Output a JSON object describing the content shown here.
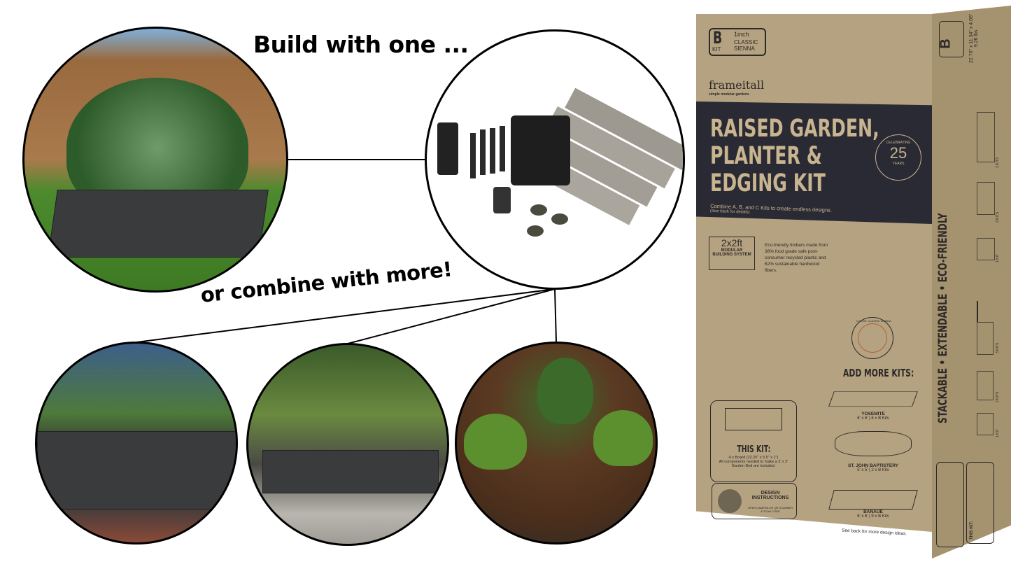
{
  "headlines": {
    "top": "Build with one ...",
    "middle": "or combine with more!"
  },
  "colors": {
    "box_kraft": "#b29f7f",
    "box_band": "#2a2a35",
    "box_text_on_band": "#c8b48e",
    "bed_gray": "#3a3b3d"
  },
  "box": {
    "kit_letter": "B",
    "kit_label": "KIT",
    "thickness": "1inch",
    "color_line1": "CLASSIC",
    "color_line2": "SIENNA",
    "brand": "frameitall",
    "brand_tagline": "simple modular gardens",
    "title_lines": [
      "RAISED GARDEN,",
      "PLANTER &",
      "EDGING KIT"
    ],
    "badge_top": "CELEBRATING",
    "badge_number": "25",
    "badge_bottom": "YEARS",
    "combine_text": "Combine A, B, and C Kits to create endless designs.",
    "combine_sub": "(See back for details)",
    "size_main": "2x2ft",
    "size_sub1": "MODULAR",
    "size_sub2": "BUILDING SYSTEM",
    "eco_text": "Eco-friendly timbers made from 38% food grade safe post-consumer recycled plastic and 62% sustainable hardwood fibers.",
    "color_swatch_label": "COLOR: CLASSIC SIENNA",
    "add_more": "ADD MORE KITS:",
    "kits": [
      {
        "name": "YOSEMITE",
        "spec": "6' x 6' | 6 x B Kits"
      },
      {
        "name": "ST. JOHN BAPTISTERY",
        "spec": "5' x 5' | 2 x B Kits"
      },
      {
        "name": "BANAUE",
        "spec": "6' x 6' | 9 x B Kits"
      }
    ],
    "see_back": "See back for more design ideas.",
    "this_kit_title": "THIS KIT:",
    "this_kit_line1": "4 x Board (22.25\" x 5.5\" x 1\")",
    "this_kit_line2": "All components needed to make a 2' x 2' Garden Bed are included.",
    "design_title": "DESIGN INSTRUCTIONS",
    "design_sub": "OPEN CAMERA OR QR SCANNER & SCAN CODE",
    "side_slogan": "STACKABLE • EXTENDABLE • ECO-FRIENDLY",
    "side_dims": "22.76\" x 11.34\" x 4.06\"",
    "side_weight": "9.26 lbs",
    "side_stack_labels": [
      "1 KIT",
      "2 KITS",
      "3 KITS"
    ],
    "side_extend_labels": [
      "1 KIT",
      "2 KITS",
      "3 KITS"
    ]
  }
}
